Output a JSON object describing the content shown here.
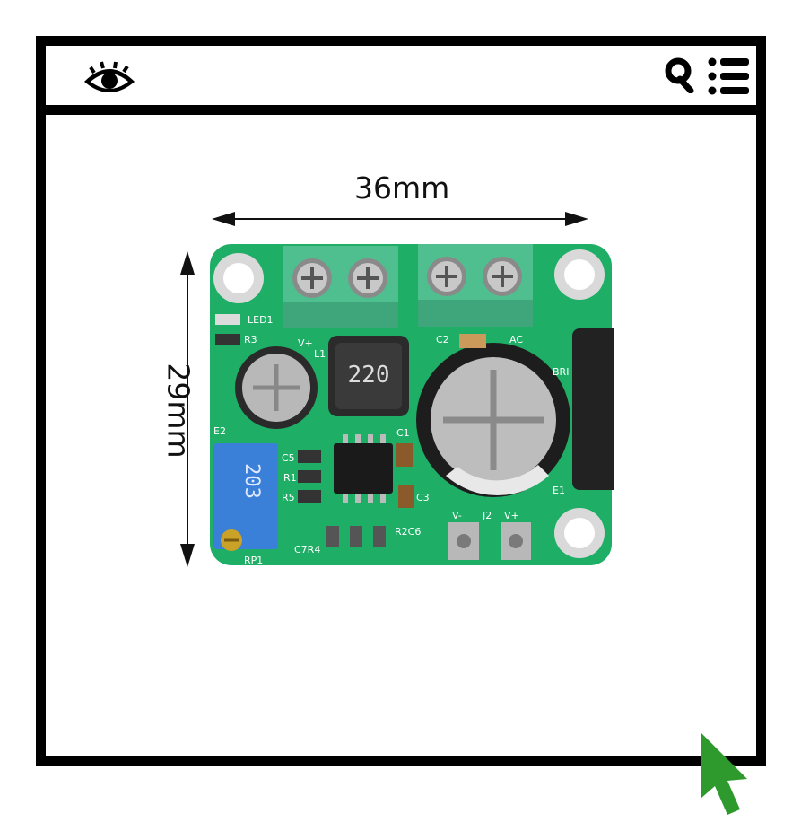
{
  "toolbar": {
    "view_icon": "eye-icon",
    "search_icon": "search-icon",
    "menu_icon": "list-menu-icon"
  },
  "product": {
    "width_label": "36mm",
    "height_label": "29mm",
    "inductor_marking": "220",
    "trimmer_marking": "203",
    "silkscreen": {
      "left_terminal": "V+",
      "right_terminal": "AC",
      "led": "LED1",
      "r3": "R3",
      "e2": "E2",
      "c2": "C2",
      "c1": "C1",
      "c3": "C3",
      "c5": "C5",
      "r1": "R1",
      "r5": "R5",
      "r2c6": "R2C6",
      "c7r4": "C7R4",
      "rp1": "RP1",
      "j2": "J2",
      "v_minus": "V-",
      "v_plus": "V+",
      "l1": "L1",
      "bri": "BRI",
      "e1": "E1"
    }
  },
  "colors": {
    "pcb": "#1fae66",
    "terminal": "#4fbf8f",
    "cursor": "#2e9a2e",
    "trimmer": "#3a7fd8"
  }
}
